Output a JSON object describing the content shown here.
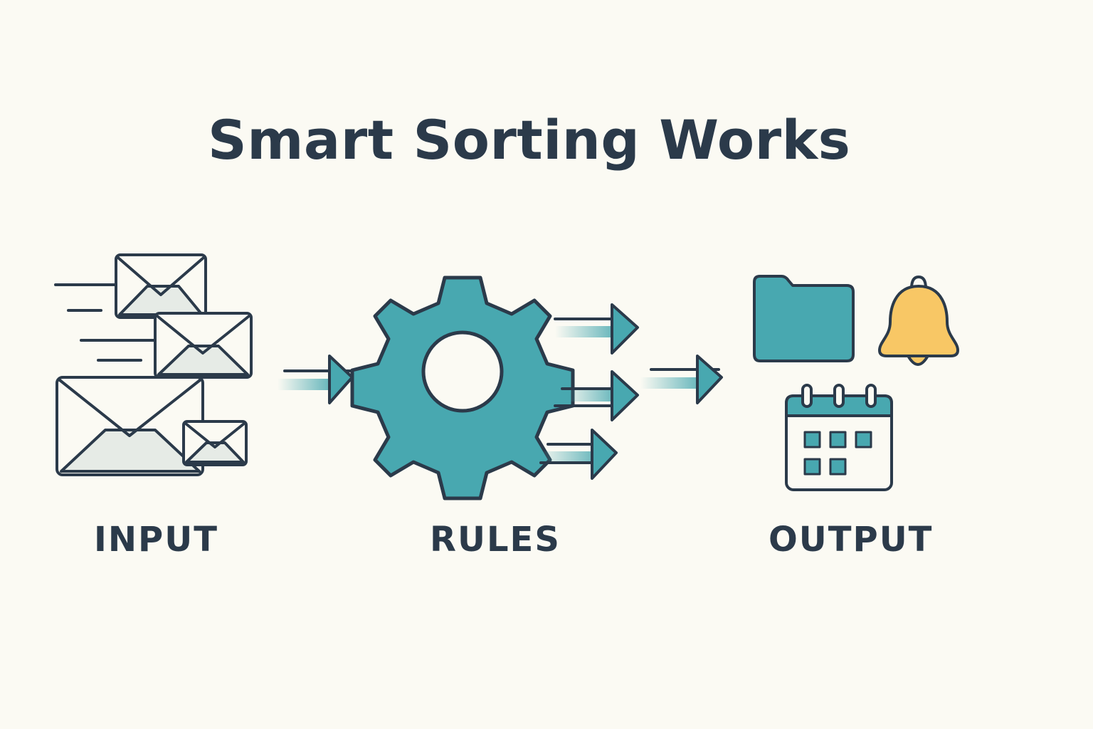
{
  "title": "Smart Sorting Works",
  "stages": {
    "input": {
      "label": "INPUT",
      "icon": "envelopes-icon"
    },
    "rules": {
      "label": "RULES",
      "icon": "gear-icon"
    },
    "output": {
      "label": "OUTPUT",
      "icons": [
        "folder-icon",
        "bell-icon",
        "calendar-icon"
      ]
    }
  },
  "colors": {
    "background": "#fbfaf3",
    "ink": "#2b3a4a",
    "teal": "#48a8b0",
    "envelope_fill": "#e6ebe6",
    "bell": "#f8c765"
  }
}
